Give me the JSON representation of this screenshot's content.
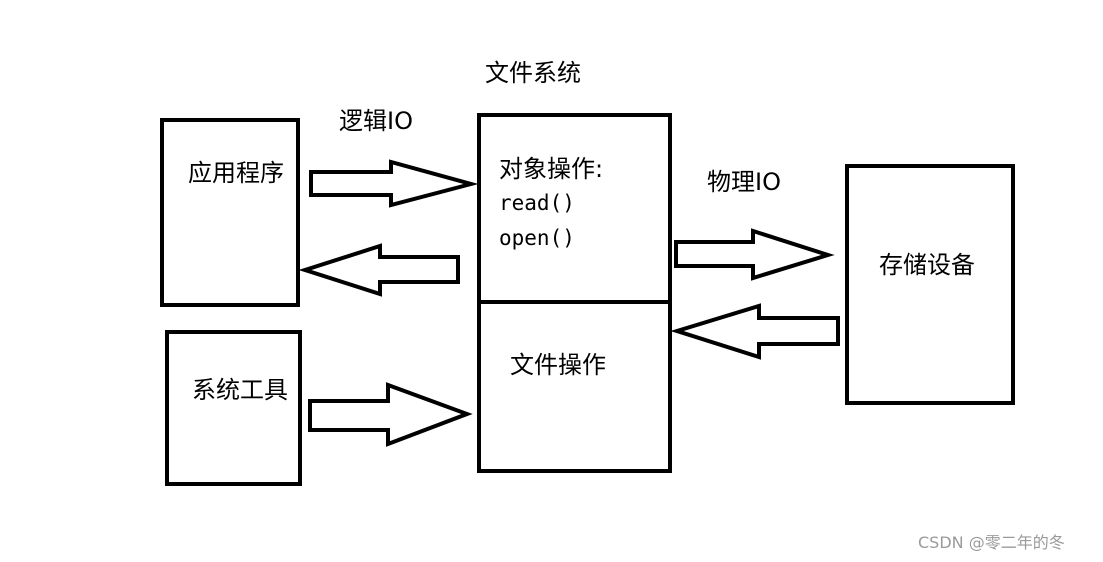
{
  "diagram": {
    "title": "文件系统",
    "logical_io_label": "逻辑IO",
    "physical_io_label": "物理IO",
    "nodes": {
      "app": "应用程序",
      "tools": "系统工具",
      "object_ops": {
        "title": "对象操作:",
        "methods": [
          "read()",
          "open()"
        ]
      },
      "file_ops": "文件操作",
      "storage": "存储设备"
    }
  },
  "watermark": {
    "text": "CSDN @零二年的冬"
  },
  "colors": {
    "stroke": "#000000",
    "background": "#ffffff",
    "watermark": "#9a9a9a"
  }
}
